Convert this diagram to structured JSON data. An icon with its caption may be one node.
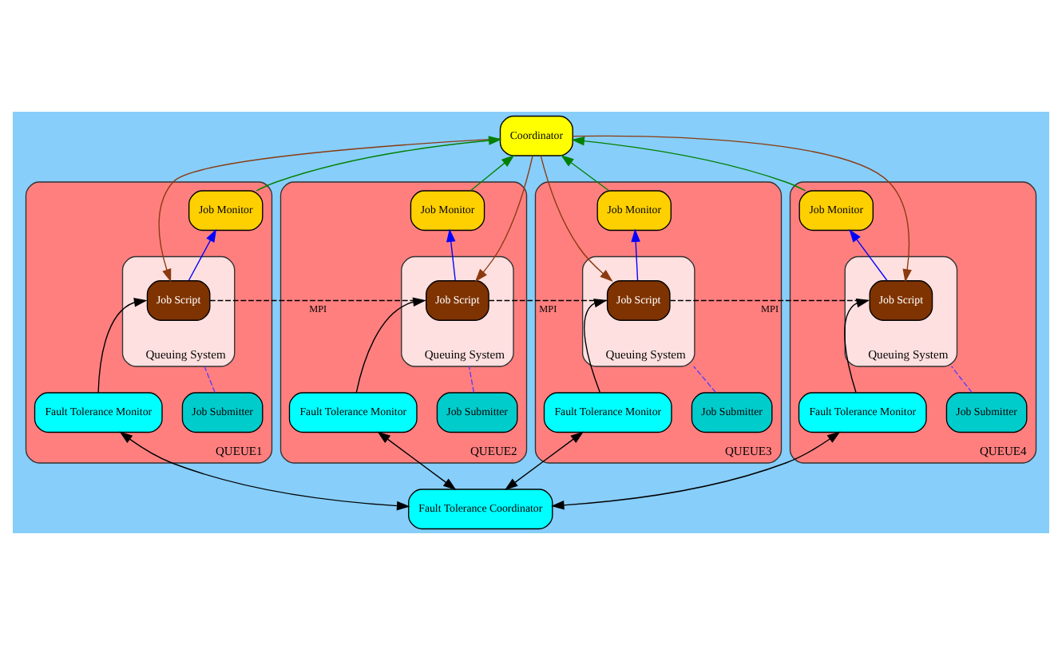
{
  "diagram": {
    "nodes": [
      {
        "text": [
          "Coordinator"
        ]
      },
      {
        "text": [
          "QUEUE1"
        ]
      },
      {
        "text": [
          "Job Monitor"
        ],
        "in": 1
      },
      {
        "text": [
          "Job Submitter"
        ],
        "in": 1
      },
      {
        "text": [
          "Queuing System"
        ],
        "in": 1
      },
      {
        "text": [
          "Job Script"
        ],
        "in": 4
      },
      {
        "text": [
          "Fault Tolerance Monitor"
        ],
        "in": 1
      },
      {
        "text": [
          "QUEUE2"
        ]
      },
      {
        "text": [
          "Job Monitor"
        ],
        "in": 7
      },
      {
        "text": [
          "Job Submitter"
        ],
        "in": 7
      },
      {
        "text": [
          "Queuing System"
        ],
        "in": 7
      },
      {
        "text": [
          "Job Script"
        ],
        "in": 10
      },
      {
        "text": [
          "Fault Tolerance Monitor"
        ],
        "in": 7
      },
      {
        "text": [
          "QUEUE3"
        ]
      },
      {
        "text": [
          "Job Monitor"
        ],
        "in": 13
      },
      {
        "text": [
          "Job Submitter"
        ],
        "in": 13
      },
      {
        "text": [
          "Queuing System"
        ],
        "in": 13
      },
      {
        "text": [
          "Job Script"
        ],
        "in": 16
      },
      {
        "text": [
          "Fault Tolerance Monitor"
        ],
        "in": 13
      },
      {
        "text": [
          "QUEUE4"
        ]
      },
      {
        "text": [
          "Job Monitor"
        ],
        "in": 19
      },
      {
        "text": [
          "Job Submitter"
        ],
        "in": 19
      },
      {
        "text": [
          "Queuing System"
        ],
        "in": 19
      },
      {
        "text": [
          "Job Script"
        ],
        "in": 22
      },
      {
        "text": [
          "Fault Tolerance Monitor"
        ],
        "in": 19
      },
      {
        "text": [
          "Fault Tolerance Coordinator"
        ]
      }
    ],
    "edges": [
      {
        "from": 2,
        "to": 0,
        "arrow": "to",
        "color": "#008000"
      },
      {
        "from": 8,
        "to": 0,
        "arrow": "to",
        "color": "#008000"
      },
      {
        "from": 14,
        "to": 0,
        "arrow": "to",
        "color": "#008000"
      },
      {
        "from": 20,
        "to": 0,
        "arrow": "to",
        "color": "#008000"
      },
      {
        "from": 0,
        "to": 5,
        "arrow": "to",
        "color": "#8b3a0f"
      },
      {
        "from": 0,
        "to": 11,
        "arrow": "to",
        "color": "#8b3a0f"
      },
      {
        "from": 0,
        "to": 17,
        "arrow": "to",
        "color": "#8b3a0f"
      },
      {
        "from": 0,
        "to": 23,
        "arrow": "to",
        "color": "#8b3a0f"
      },
      {
        "from": 5,
        "to": 2,
        "arrow": "to",
        "color": "#0000ff"
      },
      {
        "from": 11,
        "to": 8,
        "arrow": "to",
        "color": "#0000ff"
      },
      {
        "from": 17,
        "to": 14,
        "arrow": "to",
        "color": "#0000ff"
      },
      {
        "from": 23,
        "to": 20,
        "arrow": "to",
        "color": "#0000ff"
      },
      {
        "from": 3,
        "to": 4,
        "arrow": "none",
        "style": "dashed",
        "color": "#5a3cff"
      },
      {
        "from": 9,
        "to": 10,
        "arrow": "none",
        "style": "dashed",
        "color": "#5a3cff"
      },
      {
        "from": 15,
        "to": 16,
        "arrow": "none",
        "style": "dashed",
        "color": "#5a3cff"
      },
      {
        "from": 21,
        "to": 22,
        "arrow": "none",
        "style": "dashed",
        "color": "#5a3cff"
      },
      {
        "from": 6,
        "to": 5,
        "arrow": "to"
      },
      {
        "from": 12,
        "to": 11,
        "arrow": "to"
      },
      {
        "from": 18,
        "to": 17,
        "arrow": "to"
      },
      {
        "from": 24,
        "to": 23,
        "arrow": "to"
      },
      {
        "from": 5,
        "to": 11,
        "arrow": "none",
        "style": "dashed",
        "label": "MPI"
      },
      {
        "from": 11,
        "to": 17,
        "arrow": "none",
        "style": "dashed",
        "label": "MPI"
      },
      {
        "from": 17,
        "to": 23,
        "arrow": "none",
        "style": "dashed",
        "label": "MPI"
      },
      {
        "from": 25,
        "to": 6,
        "arrow": "both"
      },
      {
        "from": 25,
        "to": 12,
        "arrow": "both"
      },
      {
        "from": 25,
        "to": 18,
        "arrow": "both"
      },
      {
        "from": 25,
        "to": 24,
        "arrow": "both"
      }
    ]
  }
}
